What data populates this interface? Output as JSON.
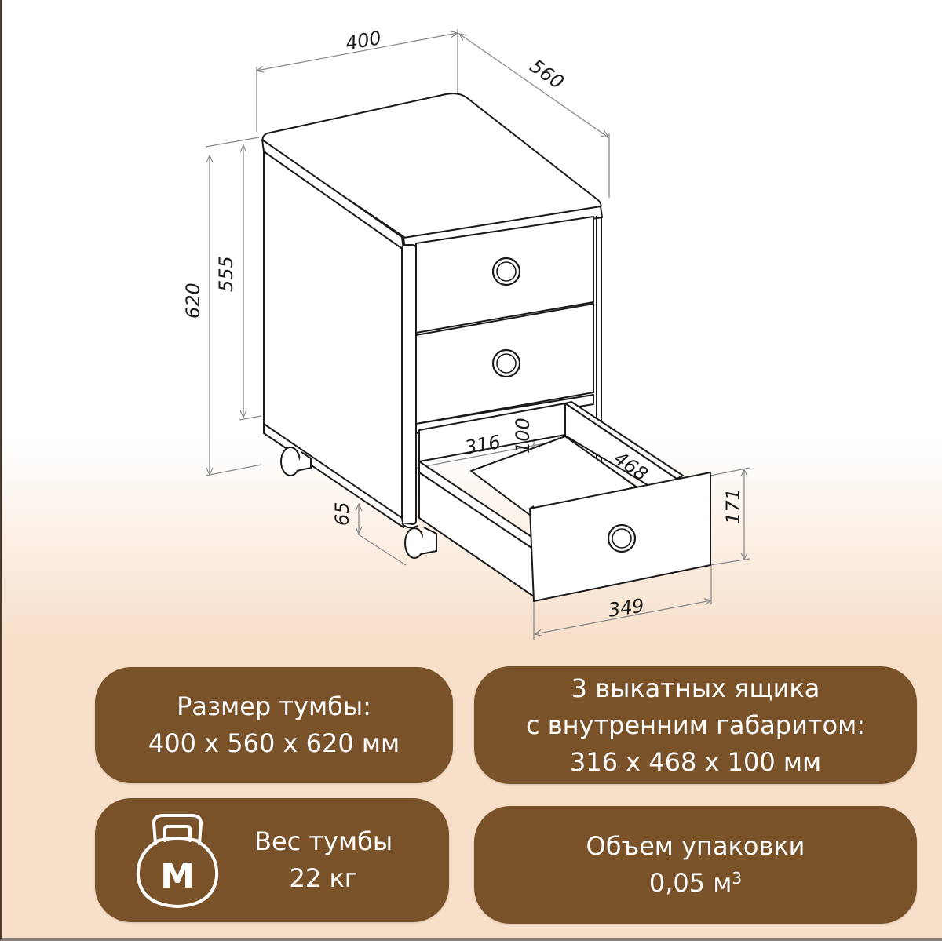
{
  "diagram": {
    "subject": "mobile pedestal with 3 drawers on casters",
    "dimensions": {
      "width": "400",
      "depth": "560",
      "total_height": "620",
      "body_height": "555",
      "caster_height": "65",
      "drawer_inner_width": "316",
      "drawer_inner_depth": "468",
      "drawer_inner_height": "100",
      "drawer_front_height": "171",
      "drawer_front_width": "349"
    }
  },
  "panels": {
    "size": {
      "line1": "Размер тумбы:",
      "line2": "400 x 560 x 620 мм"
    },
    "drawers": {
      "line1": "3 выкатных ящика",
      "line2": "с внутренним габаритом:",
      "line3": "316 x 468 x 100 мм"
    },
    "weight": {
      "icon": "kettlebell-icon",
      "icon_letter": "М",
      "line1": "Вес тумбы",
      "line2": "22 кг"
    },
    "volume": {
      "line1": "Объем упаковки",
      "value": "0,05 м",
      "superscript": "3"
    }
  },
  "colors": {
    "panel_bg": "#7a5229",
    "panel_text": "#ffffff",
    "background_bottom": "#f7dfc9",
    "line": "#1a1a1a",
    "dimension_line": "#8a8a8a"
  }
}
